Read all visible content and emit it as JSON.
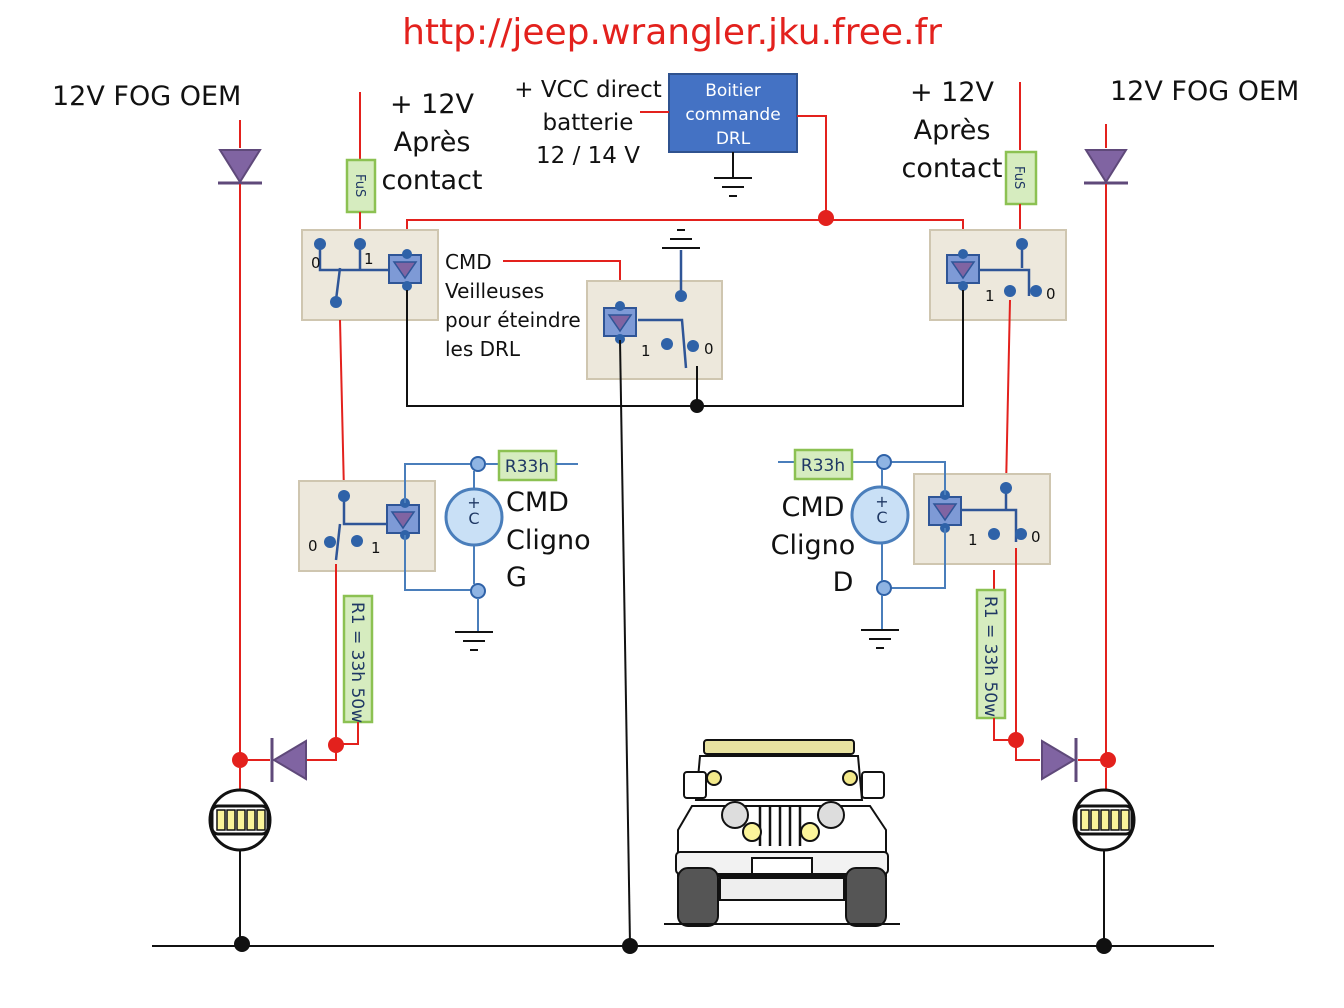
{
  "url": "http://jeep.wrangler.jku.free.fr",
  "fog_left": "12V FOG OEM",
  "fog_right": "12V FOG OEM",
  "plus12_left": [
    "+ 12V",
    "Après",
    "contact"
  ],
  "plus12_right": [
    "+ 12V",
    "Après",
    "contact"
  ],
  "vcc": [
    "+ VCC direct",
    "batterie",
    "12 / 14 V"
  ],
  "drl_box": [
    "Boitier",
    "commande",
    "DRL"
  ],
  "cmd_veilleuses": [
    "CMD",
    "Veilleuses",
    "pour éteindre",
    "les DRL"
  ],
  "cmd_clig_g": [
    "CMD",
    "Cligno",
    "G"
  ],
  "cmd_clig_d": [
    "CMD",
    "Cligno",
    "D"
  ],
  "fuse_label": "FuS",
  "r33h_label": "R33h",
  "r1_label": "R1 = 33h 50w",
  "cap_label": "C",
  "cap_plus": "+",
  "pin_0": "0",
  "pin_1": "1",
  "colors": {
    "url": "#e3211d",
    "wire_12v": "#e3211d",
    "wire_ground": "#111111",
    "wire_control": "#4a7ebb",
    "drl_box": "#4472c4",
    "relay_body": "#ede8dc",
    "label_fill": "#d6ecbf",
    "diode": "#8064a2"
  },
  "icons": [
    "fog-lamp-icon",
    "jeep-front-icon",
    "diode-icon",
    "ground-icon",
    "fuse-icon",
    "capacitor-icon"
  ]
}
